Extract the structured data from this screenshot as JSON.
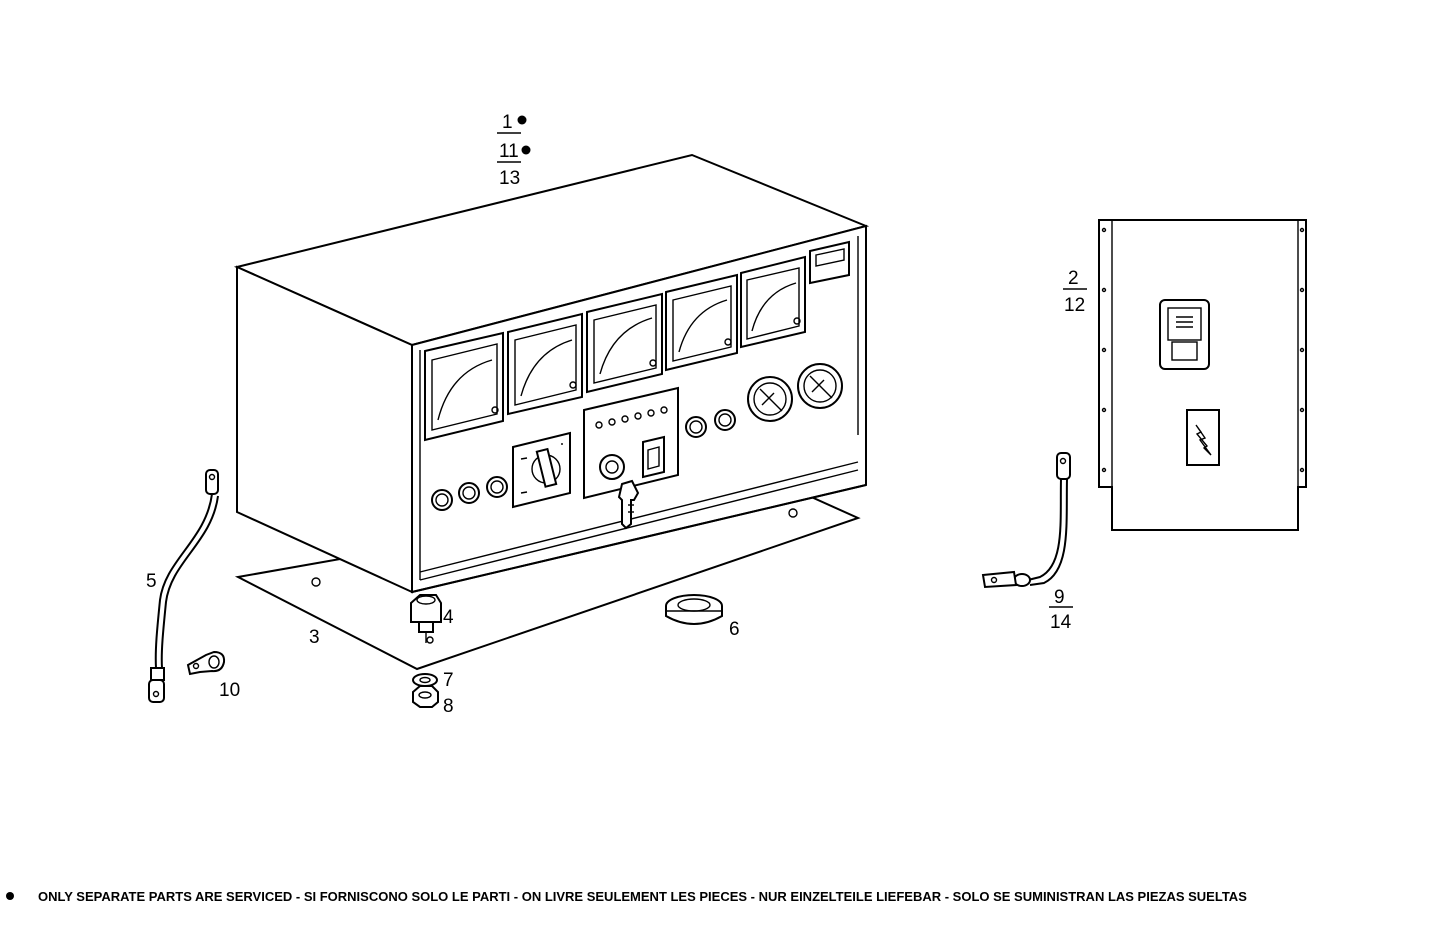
{
  "labels": {
    "l1": "1",
    "l11": "11",
    "l13": "13",
    "l2": "2",
    "l12": "12",
    "l3": "3",
    "l4": "4",
    "l5": "5",
    "l6": "6",
    "l7": "7",
    "l8": "8",
    "l9": "9",
    "l14": "14",
    "l10": "10"
  },
  "footer": {
    "text": "ONLY SEPARATE PARTS ARE SERVICED - SI FORNISCONO SOLO LE PARTI - ON LIVRE SEULEMENT LES PIECES - NUR EINZELTEILE LIEFEBAR - SOLO SE SUMINISTRAN LAS PIEZAS SUELTAS"
  }
}
